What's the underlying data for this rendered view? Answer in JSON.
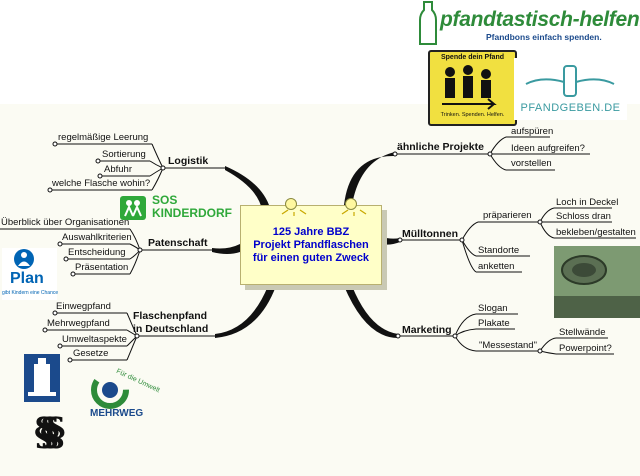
{
  "center": {
    "title": "125 Jahre BBZ\nProjekt Pfandflaschen\nfür einen guten Zweck"
  },
  "branches": {
    "logistik": {
      "label": "Logistik",
      "items": [
        "regelmäßige Leerung",
        "Sortierung",
        "Abfuhr",
        "welche Flasche wohin?"
      ]
    },
    "patenschaft": {
      "label": "Patenschaft",
      "items": [
        "Überblick über Organisationen",
        "Auswahlkriterien",
        "Entscheidung",
        "Präsentation"
      ]
    },
    "flaschenpfand": {
      "label": "Flaschenpfand\nin Deutschland",
      "items": [
        "Einwegpfand",
        "Mehrwegpfand",
        "Umweltaspekte",
        "Gesetze"
      ]
    },
    "projekte": {
      "label": "ähnliche Projekte",
      "items": [
        "aufspüren",
        "Ideen aufgreifen?",
        "vorstellen"
      ]
    },
    "muelltonnen": {
      "label": "Mülltonnen",
      "praeparieren": {
        "label": "präparieren",
        "items": [
          "Loch in Deckel",
          "Schloss dran",
          "bekleben/gestalten"
        ]
      },
      "items": [
        "Standorte",
        "anketten"
      ]
    },
    "marketing": {
      "label": "Marketing",
      "items": [
        "Slogan",
        "Plakate"
      ],
      "messestand": {
        "label": "\"Messestand\"",
        "items": [
          "Stellwände",
          "Powerpoint?"
        ]
      }
    }
  },
  "logos": {
    "pfandtastisch": {
      "name": "pfandtastisch-helfen.de",
      "tagline": "Pfandbons einfach spenden."
    },
    "spende": {
      "title": "Spende dein Pfand",
      "footer": "Trinken. Spenden. Helfen."
    },
    "pfandgeben": {
      "text": "PFANDGEBEN.DE"
    },
    "sos": {
      "line1": "SOS",
      "line2": "KINDERDORF"
    },
    "plan": {
      "name": "Plan",
      "tagline": "gibt Kindern eine Chance"
    },
    "mehrweg": {
      "top": "Für die Umwelt",
      "bottom": "MEHRWEG"
    },
    "paragraph": {
      "symbol": "§§§"
    }
  },
  "colors": {
    "link": "#111111",
    "center_text": "#0000cc",
    "center_bg": "#ffffc8",
    "brand_green": "#2e8b3a",
    "logo_blue": "#1b4a8c"
  }
}
